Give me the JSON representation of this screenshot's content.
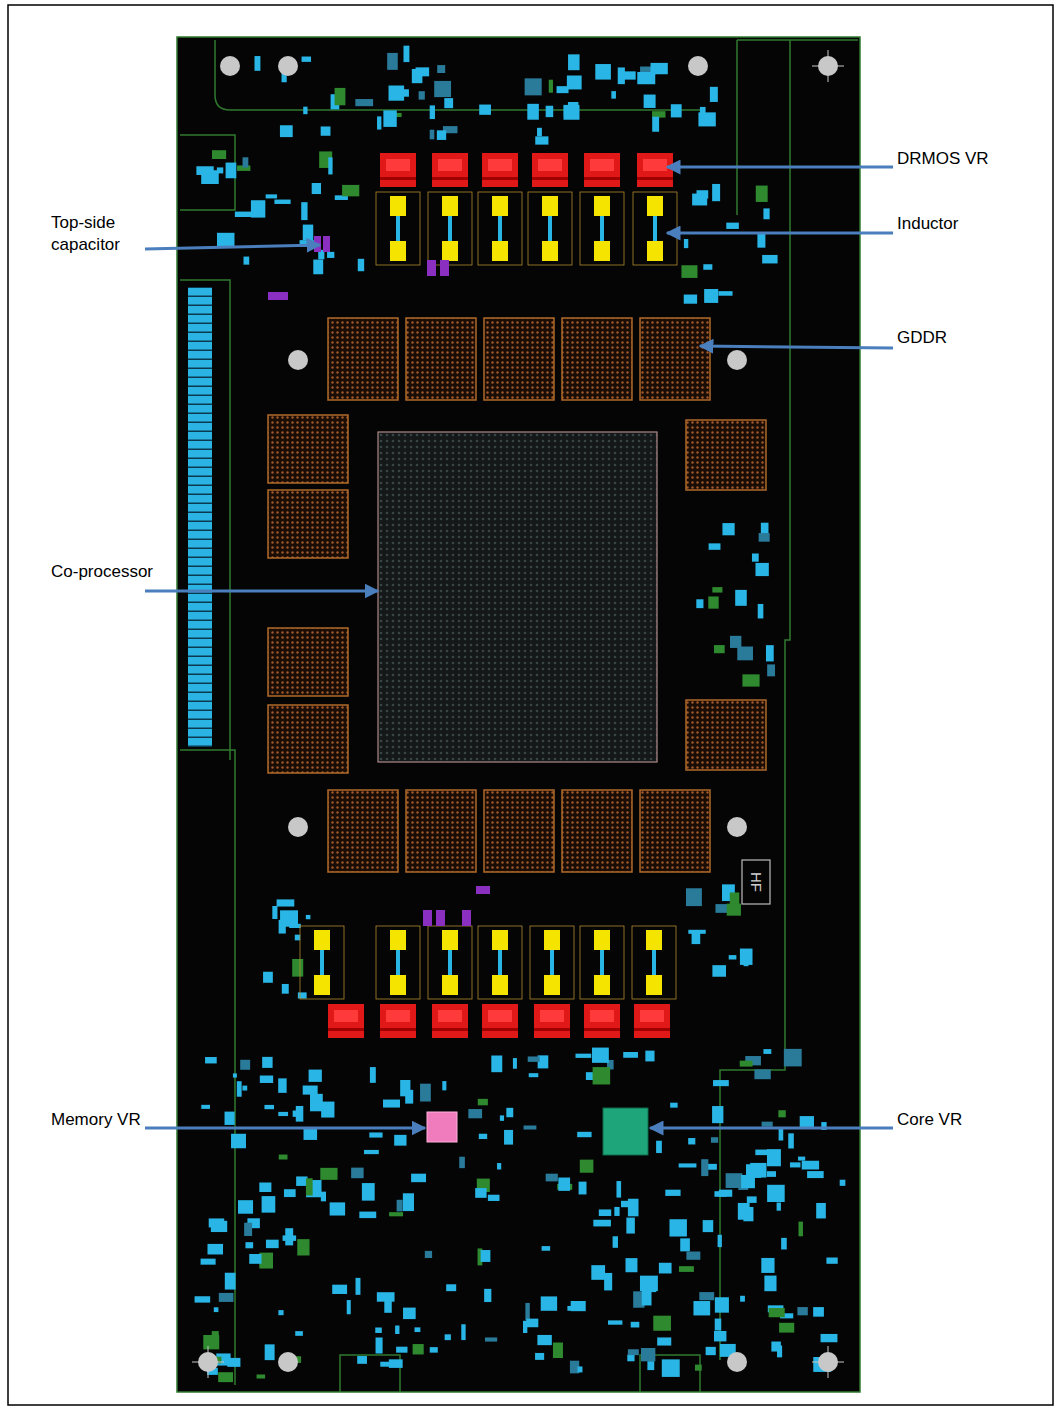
{
  "diagram": {
    "labels": [
      "DRMOS VR",
      "Inductor",
      "Top-side capacitor",
      "GDDR",
      "Co-processor",
      "Memory VR",
      "Core VR",
      "HF"
    ]
  }
}
